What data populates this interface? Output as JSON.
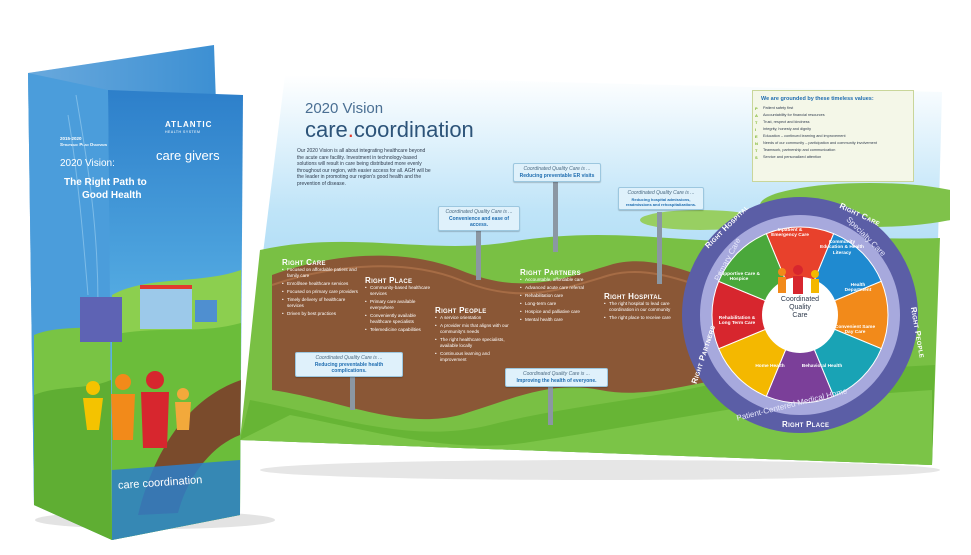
{
  "brochure": {
    "logo_text": "ATLANTIC",
    "logo_sub": "HEALTH SYSTEM",
    "tagline": "care givers",
    "years": "2015-2020",
    "plan": "Strategic Plan Overview",
    "vision": "2020 Vision:",
    "title_line1": "The Right Path to",
    "title_line2": "Good Health",
    "footer": "care coordination"
  },
  "poster": {
    "title_small": "2020 Vision",
    "title_main_a": "care",
    "title_main_dot": ".",
    "title_main_b": "coordination",
    "intro": "Our 2020 Vision is all about integrating healthcare beyond the acute care facility. Investment in technology-based solutions will result in care being distributed more evenly throughout our region, with easier access for all. AGH will be the leader in promoting our region's good health and the prevention of disease.",
    "values_title": "We are grounded by these timeless values:",
    "values": [
      {
        "icon": "P",
        "text": "Patient safety first"
      },
      {
        "icon": "A",
        "text": "Accountability for financial resources"
      },
      {
        "icon": "T",
        "text": "Trust, respect and kindness"
      },
      {
        "icon": "I",
        "text": "Integrity, honesty and dignity"
      },
      {
        "icon": "E",
        "text": "Education – continued learning and improvement"
      },
      {
        "icon": "N",
        "text": "Needs of our community – participation and community involvement"
      },
      {
        "icon": "T",
        "text": "Teamwork, partnership and communication"
      },
      {
        "icon": "S",
        "text": "Service and personalized attention"
      }
    ],
    "sections": {
      "right_care": {
        "heading": "Right Care",
        "items": [
          "Focused on affordable patient and family care",
          "Enroll/see healthcare services",
          "Focused on primary care providers",
          "Timely delivery of healthcare services",
          "Driven by best practices"
        ]
      },
      "right_place": {
        "heading": "Right Place",
        "items": [
          "Community-based healthcare services",
          "Primary care available everywhere",
          "Conveniently available healthcare specialists",
          "Telemedicine capabilities"
        ]
      },
      "right_people": {
        "heading": "Right People",
        "items": [
          "A service orientation",
          "A provider mix that aligns with our community's needs",
          "The right healthcare specialists, available locally",
          "Continuous learning and improvement"
        ]
      },
      "right_partners": {
        "heading": "Right Partners",
        "items": [
          "Accountable, affordable care",
          "Advanced acute care referral",
          "Rehabilitation care",
          "Long-term care",
          "Hospice and palliative care",
          "Mental health care"
        ]
      },
      "right_hospital": {
        "heading": "Right Hospital",
        "items": [
          "The right hospital to lead care coordination in our community",
          "The right place to receive care"
        ]
      }
    },
    "signs": [
      {
        "top": "Coordinated Quality Care is ...",
        "bottom": "Reducing preventable ER visits"
      },
      {
        "top": "Coordinated Quality Care is ...",
        "bottom": "Reducing hospital admissions, readmissions and rehospitalizations."
      },
      {
        "top": "Coordinated Quality Care is ...",
        "bottom": "Convenience and ease of access."
      },
      {
        "top": "Coordinated Quality Care is ...",
        "bottom": "Reducing preventable health complications."
      },
      {
        "top": "Coordinated Quality Care is ...",
        "bottom": "Improving the health of everyone."
      }
    ],
    "wheel": {
      "center_line1": "Coordinated",
      "center_line2": "Quality",
      "center_line3": "Care",
      "ring_top": "Primary Care",
      "ring_top_right": "Specialty Care",
      "ring_bottom": "Patient-Centered Medical Home",
      "outer": {
        "top_left": "Right Hospital",
        "top_right": "Right Care",
        "right": "Right People",
        "bottom": "Right Place",
        "left": "Right Partners"
      },
      "segments": [
        {
          "label": "Inpatient & Emergency Care",
          "color": "#e8412c"
        },
        {
          "label": "Community Education & Health Literacy",
          "color": "#1f8ad0"
        },
        {
          "label": "Health Department",
          "color": "#f28a1a"
        },
        {
          "label": "Convenient Same Day Care",
          "color": "#19a3b5"
        },
        {
          "label": "Behavioral Health",
          "color": "#7b3f99"
        },
        {
          "label": "Home Health",
          "color": "#f4b800"
        },
        {
          "label": "Rehabilitation & Long Term Care",
          "color": "#d7262e"
        },
        {
          "label": "Supportive Care & Hospice",
          "color": "#4aa83b"
        }
      ]
    }
  }
}
